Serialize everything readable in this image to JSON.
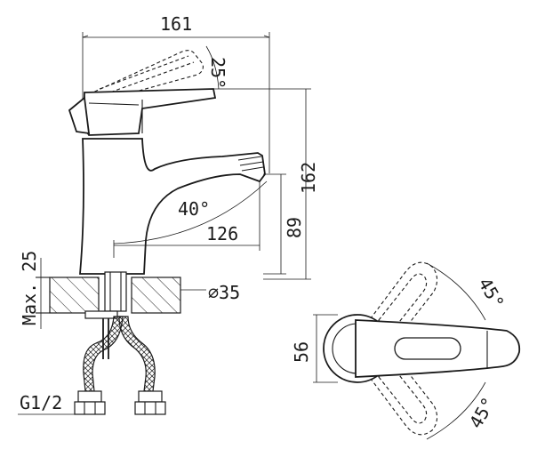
{
  "dimensions": {
    "overall_length": "161",
    "lever_tilt_angle": "25°",
    "overall_height": "162",
    "spout_angle": "40°",
    "spout_reach": "126",
    "spout_height": "89",
    "max_deck_thickness": "Max. 25",
    "mounting_hole": "∅35",
    "connection_thread": "G1/2",
    "lever_width": "56",
    "rotation_angle_top": "45°",
    "rotation_angle_bottom": "45°"
  },
  "colors": {
    "line": "#1a1a1a",
    "background": "#ffffff"
  }
}
